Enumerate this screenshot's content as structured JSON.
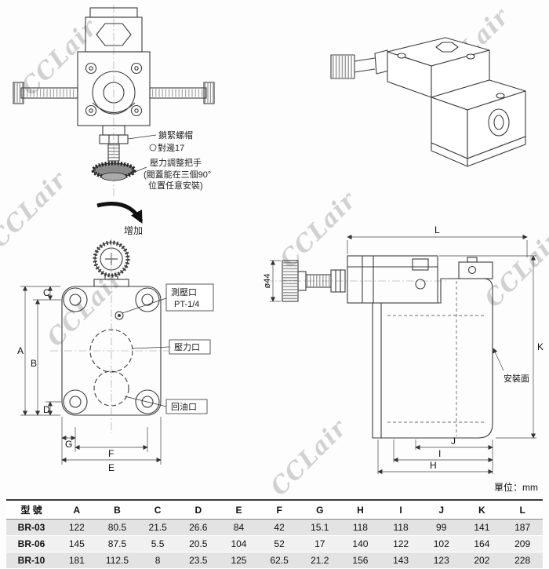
{
  "watermark": {
    "text": "CCLair"
  },
  "front_view": {
    "lock_nut": "鎖緊螺帽",
    "wrench": "對邊17",
    "handle": "壓力調整把手",
    "handle_note1": "(閥蓋能在三個90°",
    "handle_note2": "位置任意安裝)"
  },
  "dim_front": {
    "increase": "增加",
    "gauge_port": "測壓口",
    "gauge_size": "PT-1/4",
    "pressure_port": "壓力口",
    "return_port": "回油口"
  },
  "dim_side": {
    "dia": "ø44",
    "mount_face": "安裝面"
  },
  "dims": {
    "A": "A",
    "B": "B",
    "C": "C",
    "D": "D",
    "E": "E",
    "F": "F",
    "G": "G",
    "H": "H",
    "I": "I",
    "J": "J",
    "K": "K",
    "L": "L"
  },
  "table": {
    "unit": "單位：mm",
    "headers": [
      "型 號",
      "A",
      "B",
      "C",
      "D",
      "E",
      "F",
      "G",
      "H",
      "I",
      "J",
      "K",
      "L"
    ],
    "rows": [
      [
        "BR-03",
        "122",
        "80.5",
        "21.5",
        "26.6",
        "84",
        "42",
        "15.1",
        "118",
        "118",
        "99",
        "141",
        "187"
      ],
      [
        "BR-06",
        "145",
        "87.5",
        "5.5",
        "20.5",
        "104",
        "52",
        "17",
        "140",
        "122",
        "102",
        "164",
        "209"
      ],
      [
        "BR-10",
        "181",
        "112.5",
        "8",
        "23.5",
        "125",
        "62.5",
        "21.2",
        "156",
        "143",
        "123",
        "202",
        "228"
      ]
    ]
  }
}
